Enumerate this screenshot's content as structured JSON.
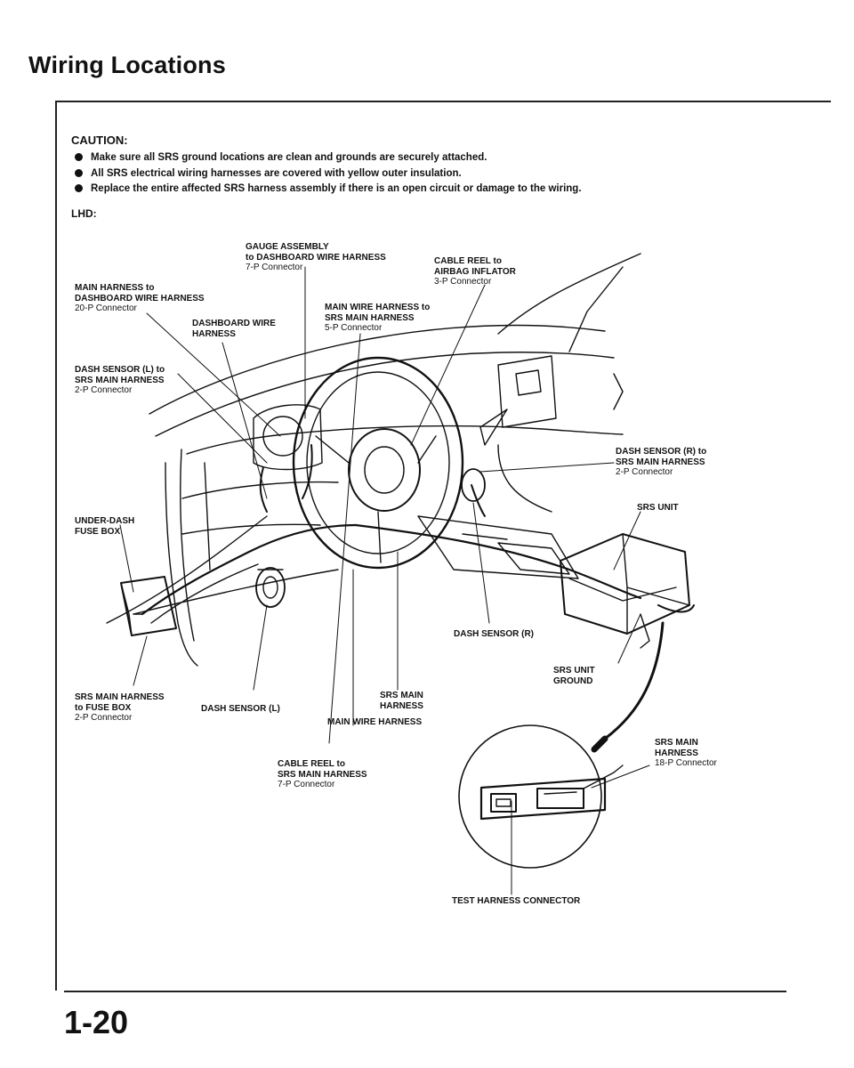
{
  "page": {
    "title": "Wiring Locations",
    "page_number": "1-20"
  },
  "caution": {
    "heading": "CAUTION:",
    "items": [
      "Make sure all SRS ground locations are clean and grounds are securely attached.",
      "All SRS electrical wiring harnesses are covered with yellow outer insulation.",
      "Replace the entire affected SRS harness assembly if there is an open circuit or damage to the wiring."
    ]
  },
  "lhd_label": "LHD:",
  "labels": {
    "gauge_assembly": {
      "bold": "GAUGE ASSEMBLY\nto DASHBOARD WIRE HARNESS",
      "normal": "7-P Connector"
    },
    "cable_reel_airbag": {
      "bold": "CABLE REEL to\nAIRBAG INFLATOR",
      "normal": "3-P Connector"
    },
    "main_harness_dashboard": {
      "bold": "MAIN HARNESS to\nDASHBOARD WIRE HARNESS",
      "normal": "20-P Connector"
    },
    "main_wire_srs": {
      "bold": "MAIN WIRE HARNESS to\nSRS MAIN HARNESS",
      "normal": "5-P Connector"
    },
    "dashboard_wire_harness": {
      "bold": "DASHBOARD WIRE\nHARNESS",
      "normal": ""
    },
    "dash_sensor_l_srs": {
      "bold": "DASH SENSOR (L) to\nSRS MAIN HARNESS",
      "normal": "2-P Connector"
    },
    "dash_sensor_r_srs": {
      "bold": "DASH SENSOR (R) to\nSRS MAIN HARNESS",
      "normal": "2-P Connector"
    },
    "srs_unit": {
      "bold": "SRS UNIT",
      "normal": ""
    },
    "under_dash_fuse_box": {
      "bold": "UNDER-DASH\nFUSE BOX",
      "normal": ""
    },
    "dash_sensor_r": {
      "bold": "DASH SENSOR (R)",
      "normal": ""
    },
    "srs_unit_ground": {
      "bold": "SRS UNIT\nGROUND",
      "normal": ""
    },
    "srs_main_fuse_box": {
      "bold": "SRS MAIN HARNESS\nto FUSE BOX",
      "normal": "2-P Connector"
    },
    "dash_sensor_l": {
      "bold": "DASH SENSOR (L)",
      "normal": ""
    },
    "srs_main_harness_mid": {
      "bold": "SRS MAIN\nHARNESS",
      "normal": ""
    },
    "main_wire_harness": {
      "bold": "MAIN WIRE HARNESS",
      "normal": ""
    },
    "srs_main_harness_18p": {
      "bold": "SRS MAIN\nHARNESS",
      "normal": "18-P Connector"
    },
    "cable_reel_srs": {
      "bold": "CABLE REEL to\nSRS MAIN HARNESS",
      "normal": "7-P Connector"
    },
    "test_harness_connector": {
      "bold": "TEST HARNESS CONNECTOR",
      "normal": ""
    }
  }
}
